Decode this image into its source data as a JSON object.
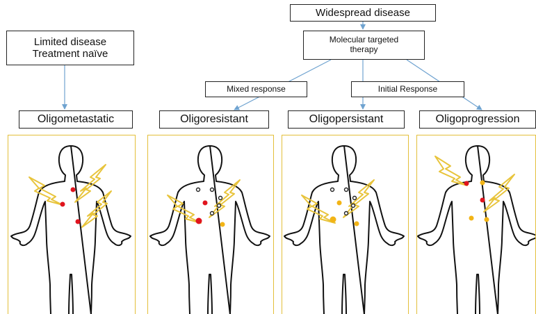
{
  "boxes": {
    "limited_line1": "Limited disease",
    "limited_line2": "Treatment naïve",
    "widespread": "Widespread disease",
    "molecular_line1": "Molecular targeted",
    "molecular_line2": "therapy",
    "mixed_response": "Mixed response",
    "initial_response": "Initial Response"
  },
  "categories": [
    "Oligometastatic",
    "Oligoresistant",
    "Oligopersistant",
    "Oligoprogression"
  ],
  "colors": {
    "arrow": "#6fa3d0",
    "panel_border": "#e3bf3a",
    "active_lesion": "#e0141e",
    "responding_lesion": "#f2b416",
    "resolved_lesion": "#222222",
    "radiation_bolt": "#e8c43c"
  },
  "icons": [
    "human-body-outline-icon",
    "lightning-bolt-icon",
    "lesion-dot-icon"
  ]
}
